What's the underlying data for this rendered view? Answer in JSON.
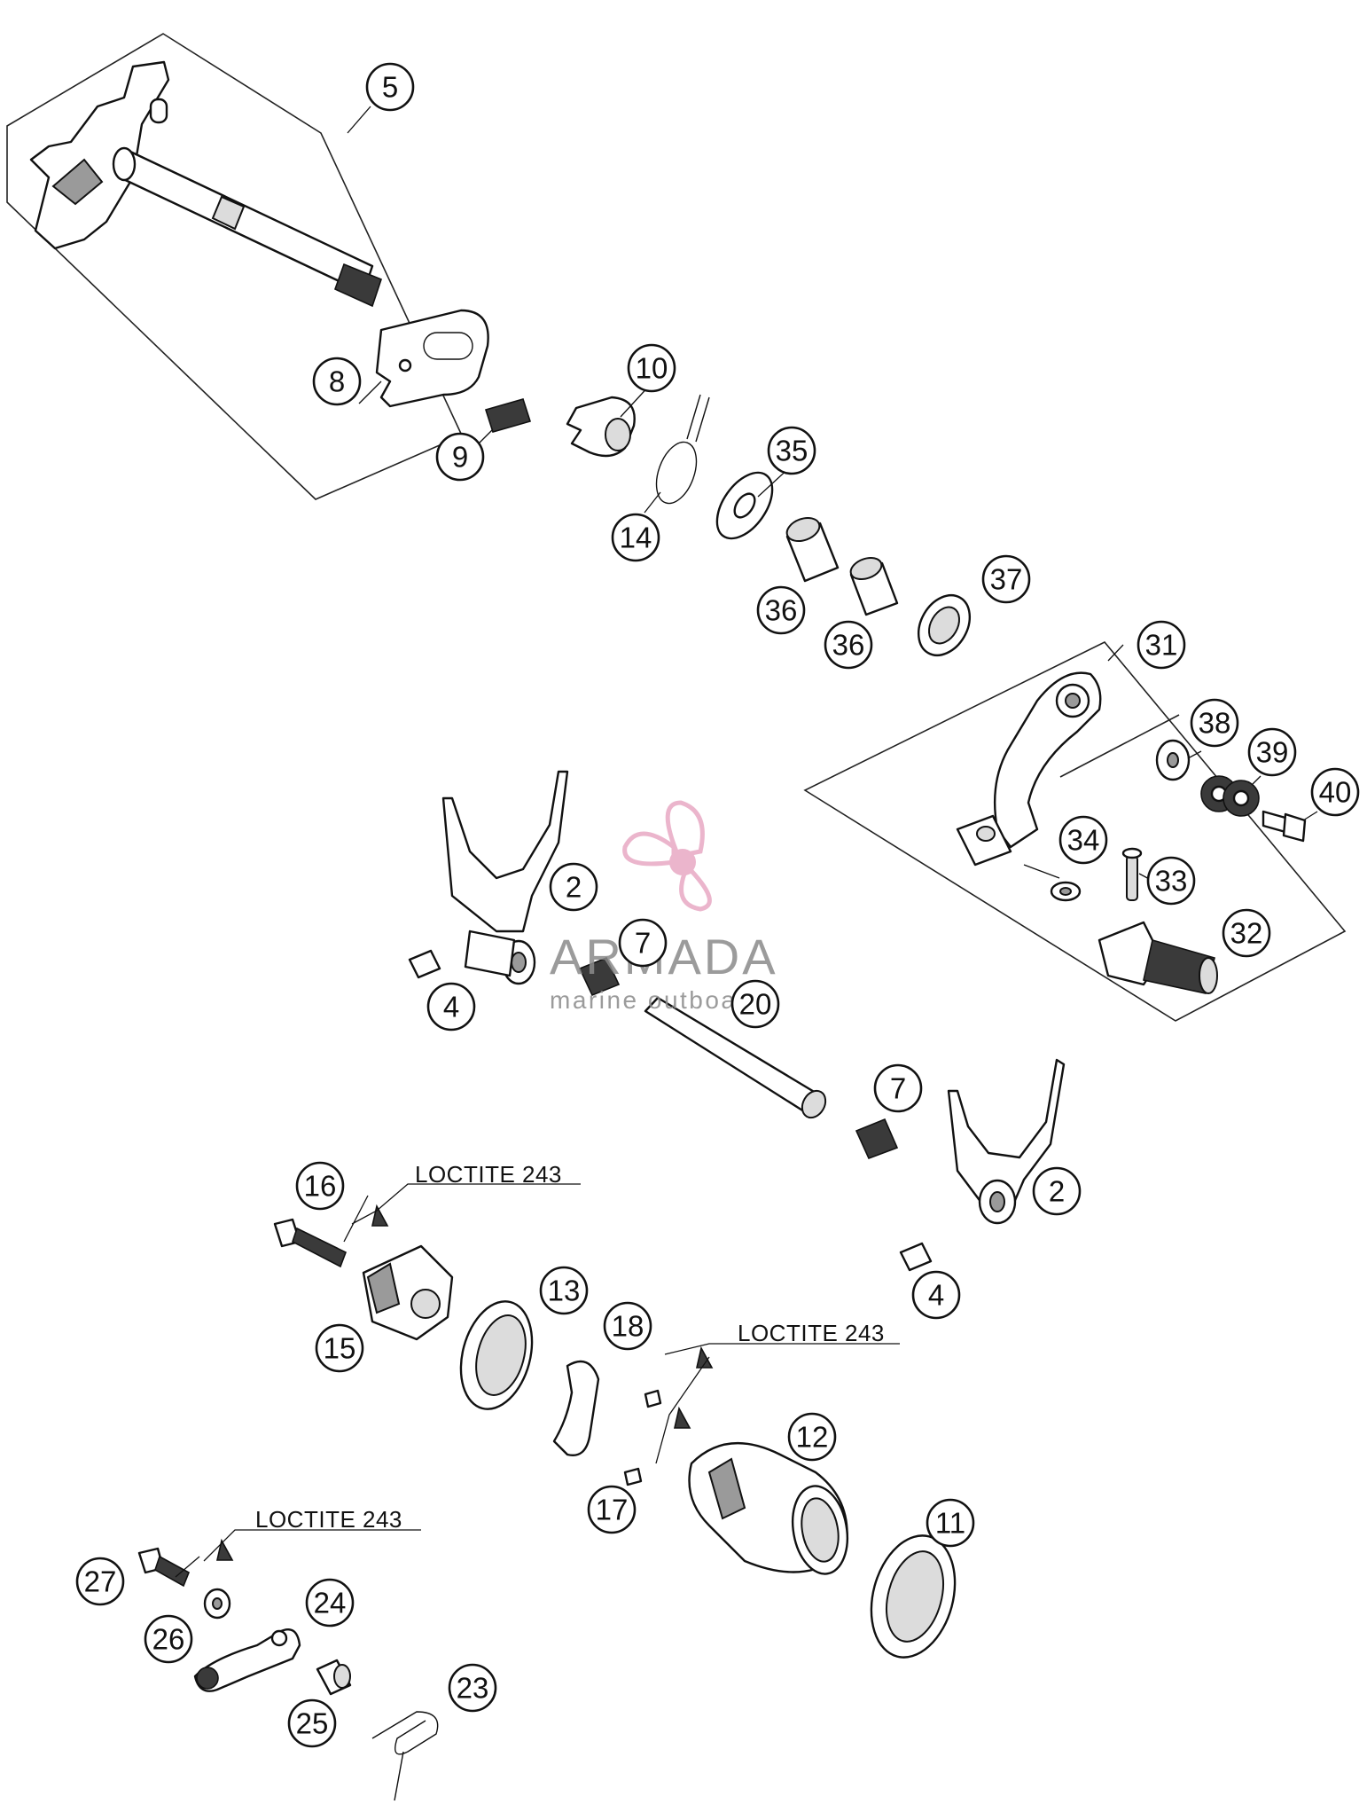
{
  "diagram": {
    "type": "exploded-parts-diagram",
    "callouts": [
      {
        "id": "c5",
        "label": "5"
      },
      {
        "id": "c8",
        "label": "8"
      },
      {
        "id": "c9",
        "label": "9"
      },
      {
        "id": "c10",
        "label": "10"
      },
      {
        "id": "c14",
        "label": "14"
      },
      {
        "id": "c35",
        "label": "35"
      },
      {
        "id": "c36a",
        "label": "36"
      },
      {
        "id": "c36b",
        "label": "36"
      },
      {
        "id": "c37",
        "label": "37"
      },
      {
        "id": "c31",
        "label": "31"
      },
      {
        "id": "c38",
        "label": "38"
      },
      {
        "id": "c39",
        "label": "39"
      },
      {
        "id": "c40",
        "label": "40"
      },
      {
        "id": "c34",
        "label": "34"
      },
      {
        "id": "c33",
        "label": "33"
      },
      {
        "id": "c32",
        "label": "32"
      },
      {
        "id": "c2a",
        "label": "2"
      },
      {
        "id": "c7a",
        "label": "7"
      },
      {
        "id": "c20",
        "label": "20"
      },
      {
        "id": "c4a",
        "label": "4"
      },
      {
        "id": "c7b",
        "label": "7"
      },
      {
        "id": "c2b",
        "label": "2"
      },
      {
        "id": "c4b",
        "label": "4"
      },
      {
        "id": "c16",
        "label": "16"
      },
      {
        "id": "c15",
        "label": "15"
      },
      {
        "id": "c13",
        "label": "13"
      },
      {
        "id": "c18",
        "label": "18"
      },
      {
        "id": "c17",
        "label": "17"
      },
      {
        "id": "c12",
        "label": "12"
      },
      {
        "id": "c11",
        "label": "11"
      },
      {
        "id": "c27",
        "label": "27"
      },
      {
        "id": "c26",
        "label": "26"
      },
      {
        "id": "c24",
        "label": "24"
      },
      {
        "id": "c25",
        "label": "25"
      },
      {
        "id": "c23",
        "label": "23"
      }
    ],
    "notes": [
      {
        "id": "n1",
        "text": "LOCTITE 243"
      },
      {
        "id": "n2",
        "text": "LOCTITE 243"
      },
      {
        "id": "n3",
        "text": "LOCTITE 243"
      }
    ]
  },
  "watermark": {
    "brand": "ARMADA",
    "tagline": "marine outboards",
    "logo_icon": "propeller-icon",
    "color": "#e8a9c4"
  }
}
